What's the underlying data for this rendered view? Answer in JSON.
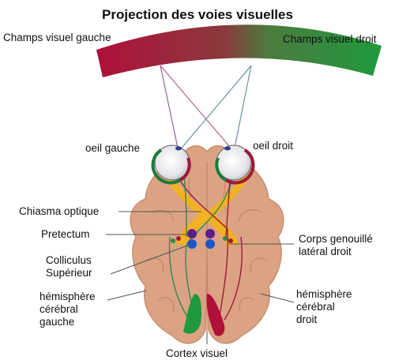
{
  "title": "Projection des voies visuelles",
  "labels": {
    "left_field": "Champs visuel gauche",
    "right_field": "Champs visuel droit",
    "left_eye": "oeil gauche",
    "right_eye": "oeil droit",
    "chiasma": "Chiasma optique",
    "pretectum": "Pretectum",
    "colliculus_line1": "Colliculus",
    "colliculus_line2": "Supérieur",
    "lgn_line1": "Corps genouillé",
    "lgn_line2": "latéral droit",
    "left_hemi_line1": "hémisphère",
    "left_hemi_line2": "cérébral",
    "left_hemi_line3": "gauche",
    "right_hemi_line1": "hémisphère",
    "right_hemi_line2": "cérébral",
    "right_hemi_line3": "droit",
    "cortex": "Cortex visuel"
  },
  "colors": {
    "left_field": "#b0103a",
    "right_field": "#1e9a3c",
    "brain": "#dba384",
    "brain_edge": "#c98e6f",
    "pathway": "#f3b21c",
    "pretectum": "#5b1d8c",
    "colliculus": "#1f55c8",
    "left_pathway": "#2f8a4a",
    "right_pathway": "#9b1b3a"
  }
}
